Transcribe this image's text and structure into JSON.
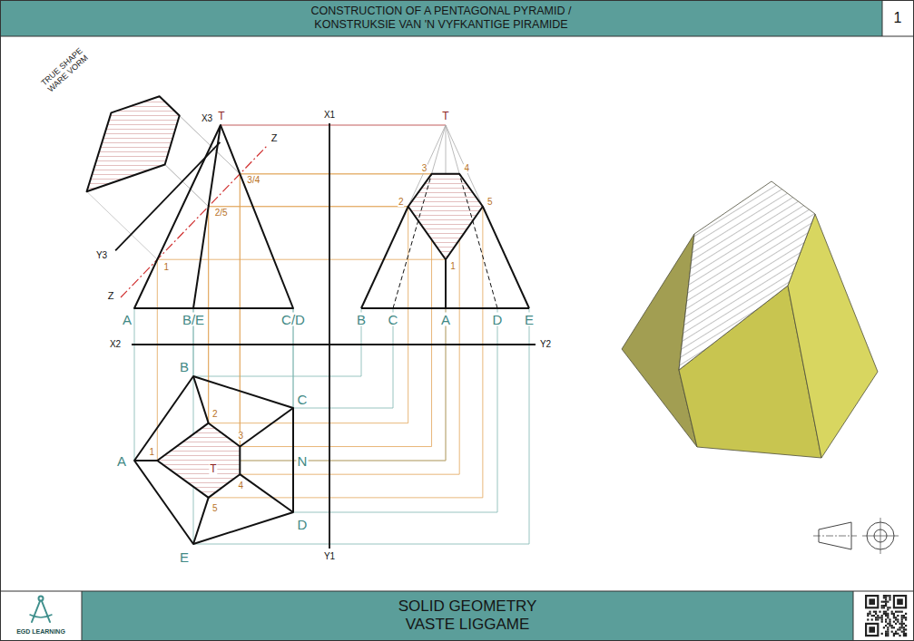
{
  "diagram": {
    "title": "CONSTRUCTION OF A PENTAGONAL PYRAMID / KONSTRUKSIE VAN 'N VYFKANTIGE PIRAMIDE",
    "caption": "SOLID GEOMETRY VASTE LIGGAME",
    "labels": [
      "1",
      "TRUE SHAPE WARE VORM",
      "X3",
      "T",
      "Z",
      "3/4",
      "2/5",
      "1",
      "Y3",
      "Z",
      "A",
      "B/E",
      "C/D",
      "X1",
      "T",
      "3",
      "4",
      "2",
      "5",
      "1",
      "B",
      "C",
      "A",
      "D",
      "E",
      "X2",
      "Y2",
      "B",
      "C",
      "A",
      "N",
      "T",
      "1",
      "2",
      "3",
      "4",
      "5",
      "D",
      "E",
      "Y1",
      "EGD LEARNING"
    ]
  }
}
